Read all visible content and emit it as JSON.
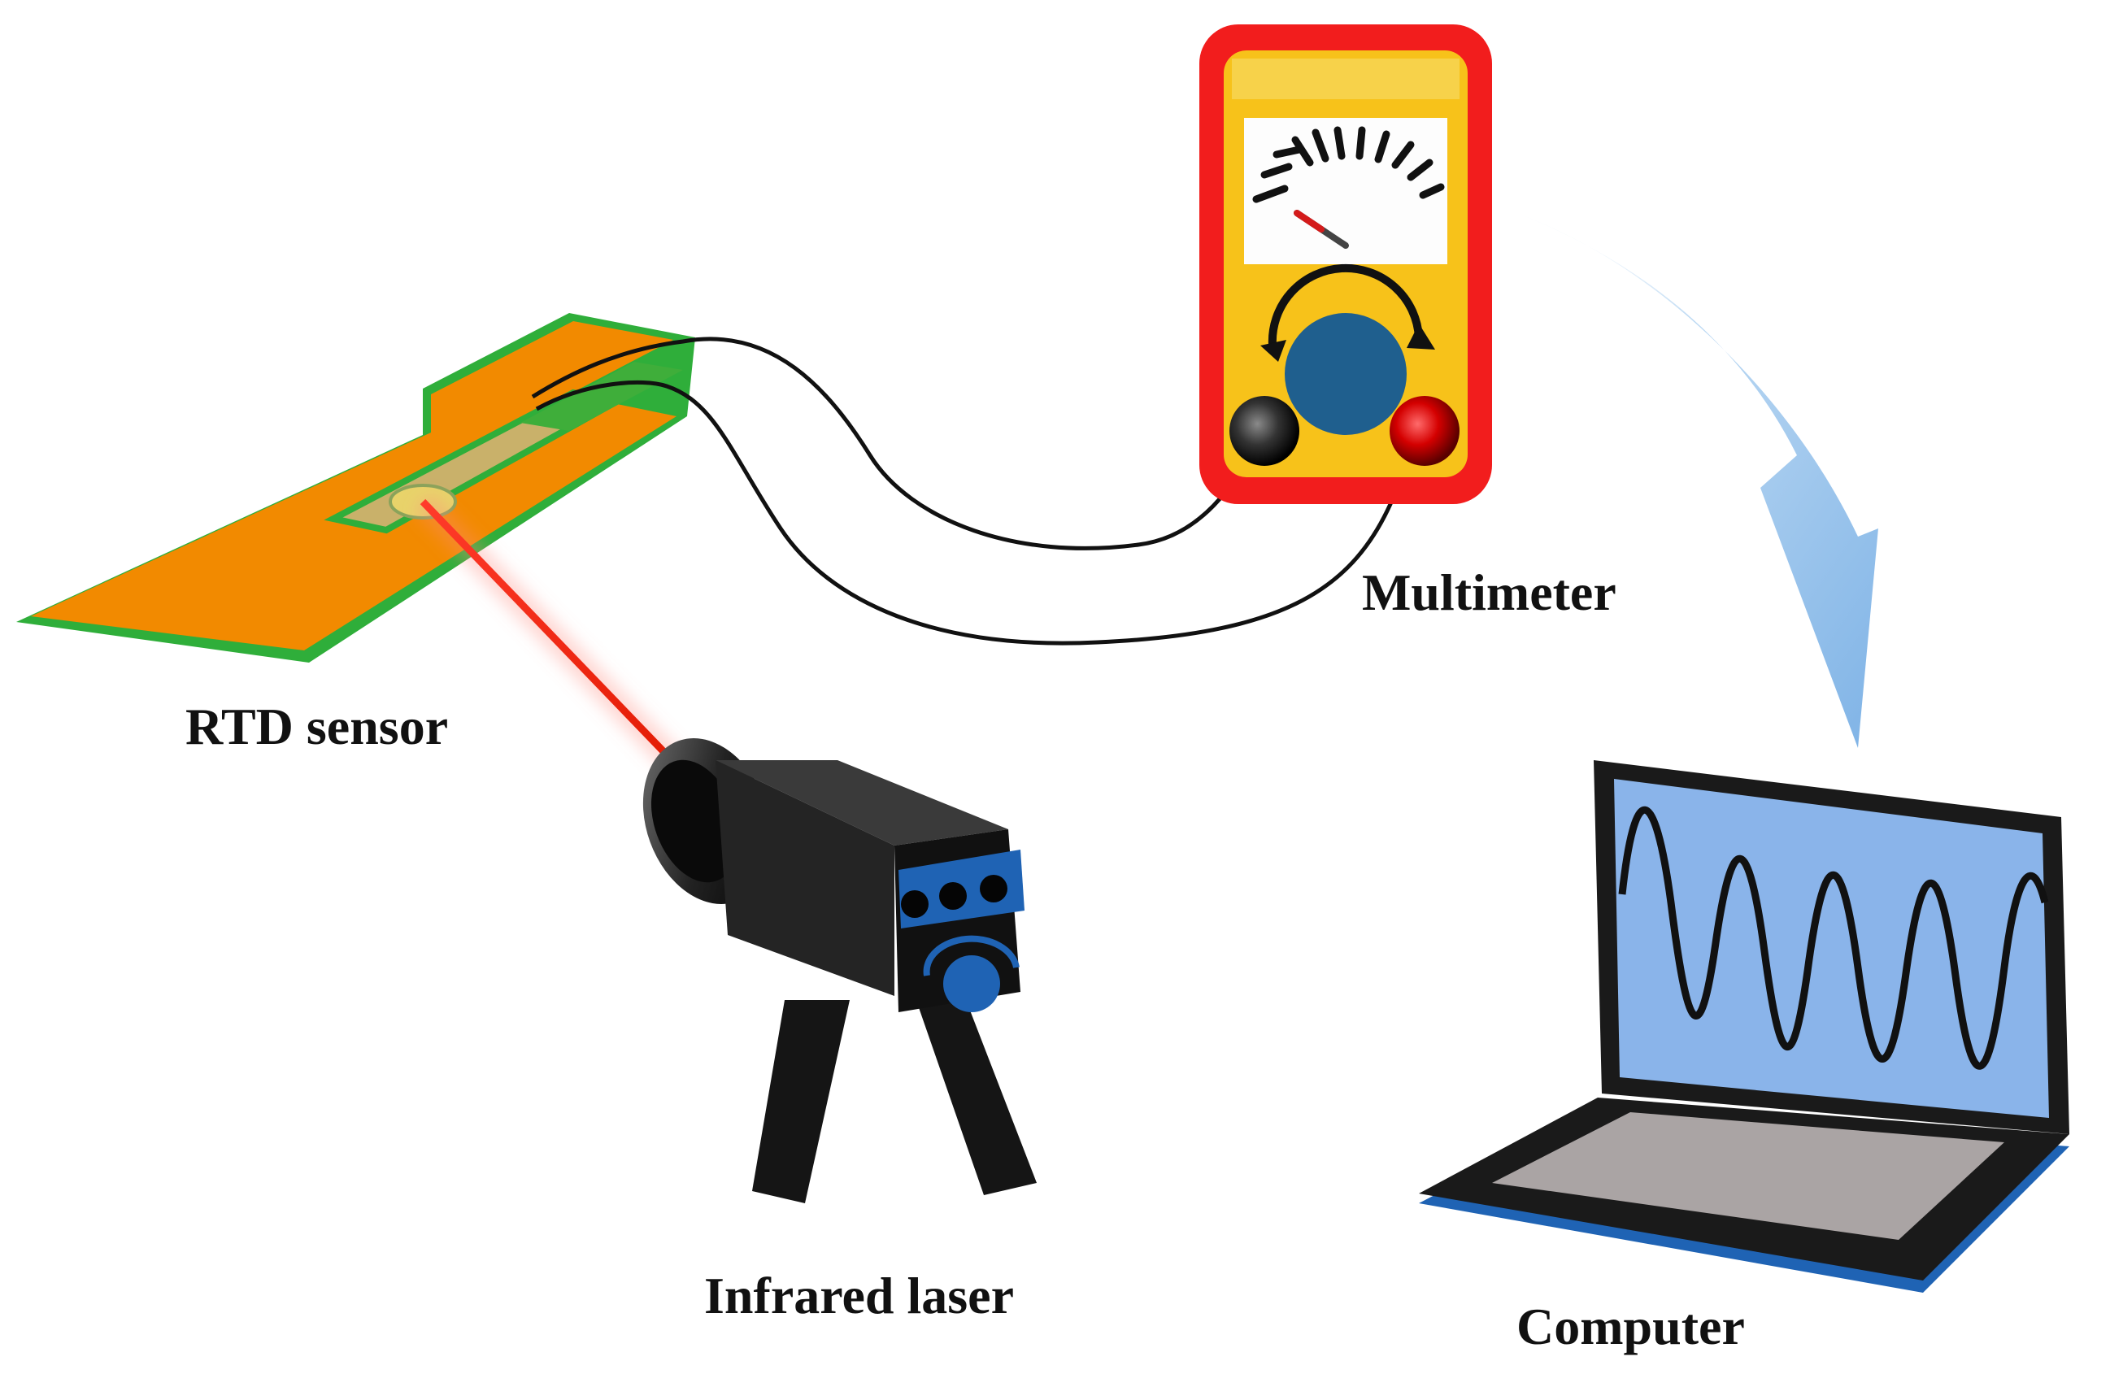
{
  "labels": {
    "rtd_sensor": "RTD sensor",
    "multimeter": "Multimeter",
    "infrared_laser": "Infrared laser",
    "computer": "Computer"
  },
  "colors": {
    "pcb_green": "#2fae3a",
    "pcb_orange": "#f28a00",
    "trace_yellow": "#f3d23a",
    "multimeter_red": "#f21d1d",
    "multimeter_yellow": "#f7c21a",
    "dial_blue": "#1f5f8e",
    "laser_beam": "#ff2a1a",
    "laser_body": "#1a1a1a",
    "laser_panel_blue": "#1f63b4",
    "screen_blue": "#8ab4ea",
    "arrow_blue": "#9cc6ee",
    "keyboard_gray": "#aaa4a4"
  },
  "icons": {
    "sensor": "rtd-sensor-icon",
    "multimeter": "multimeter-icon",
    "laser": "infrared-laser-icon",
    "computer": "laptop-icon",
    "arrow": "curved-arrow-icon"
  }
}
